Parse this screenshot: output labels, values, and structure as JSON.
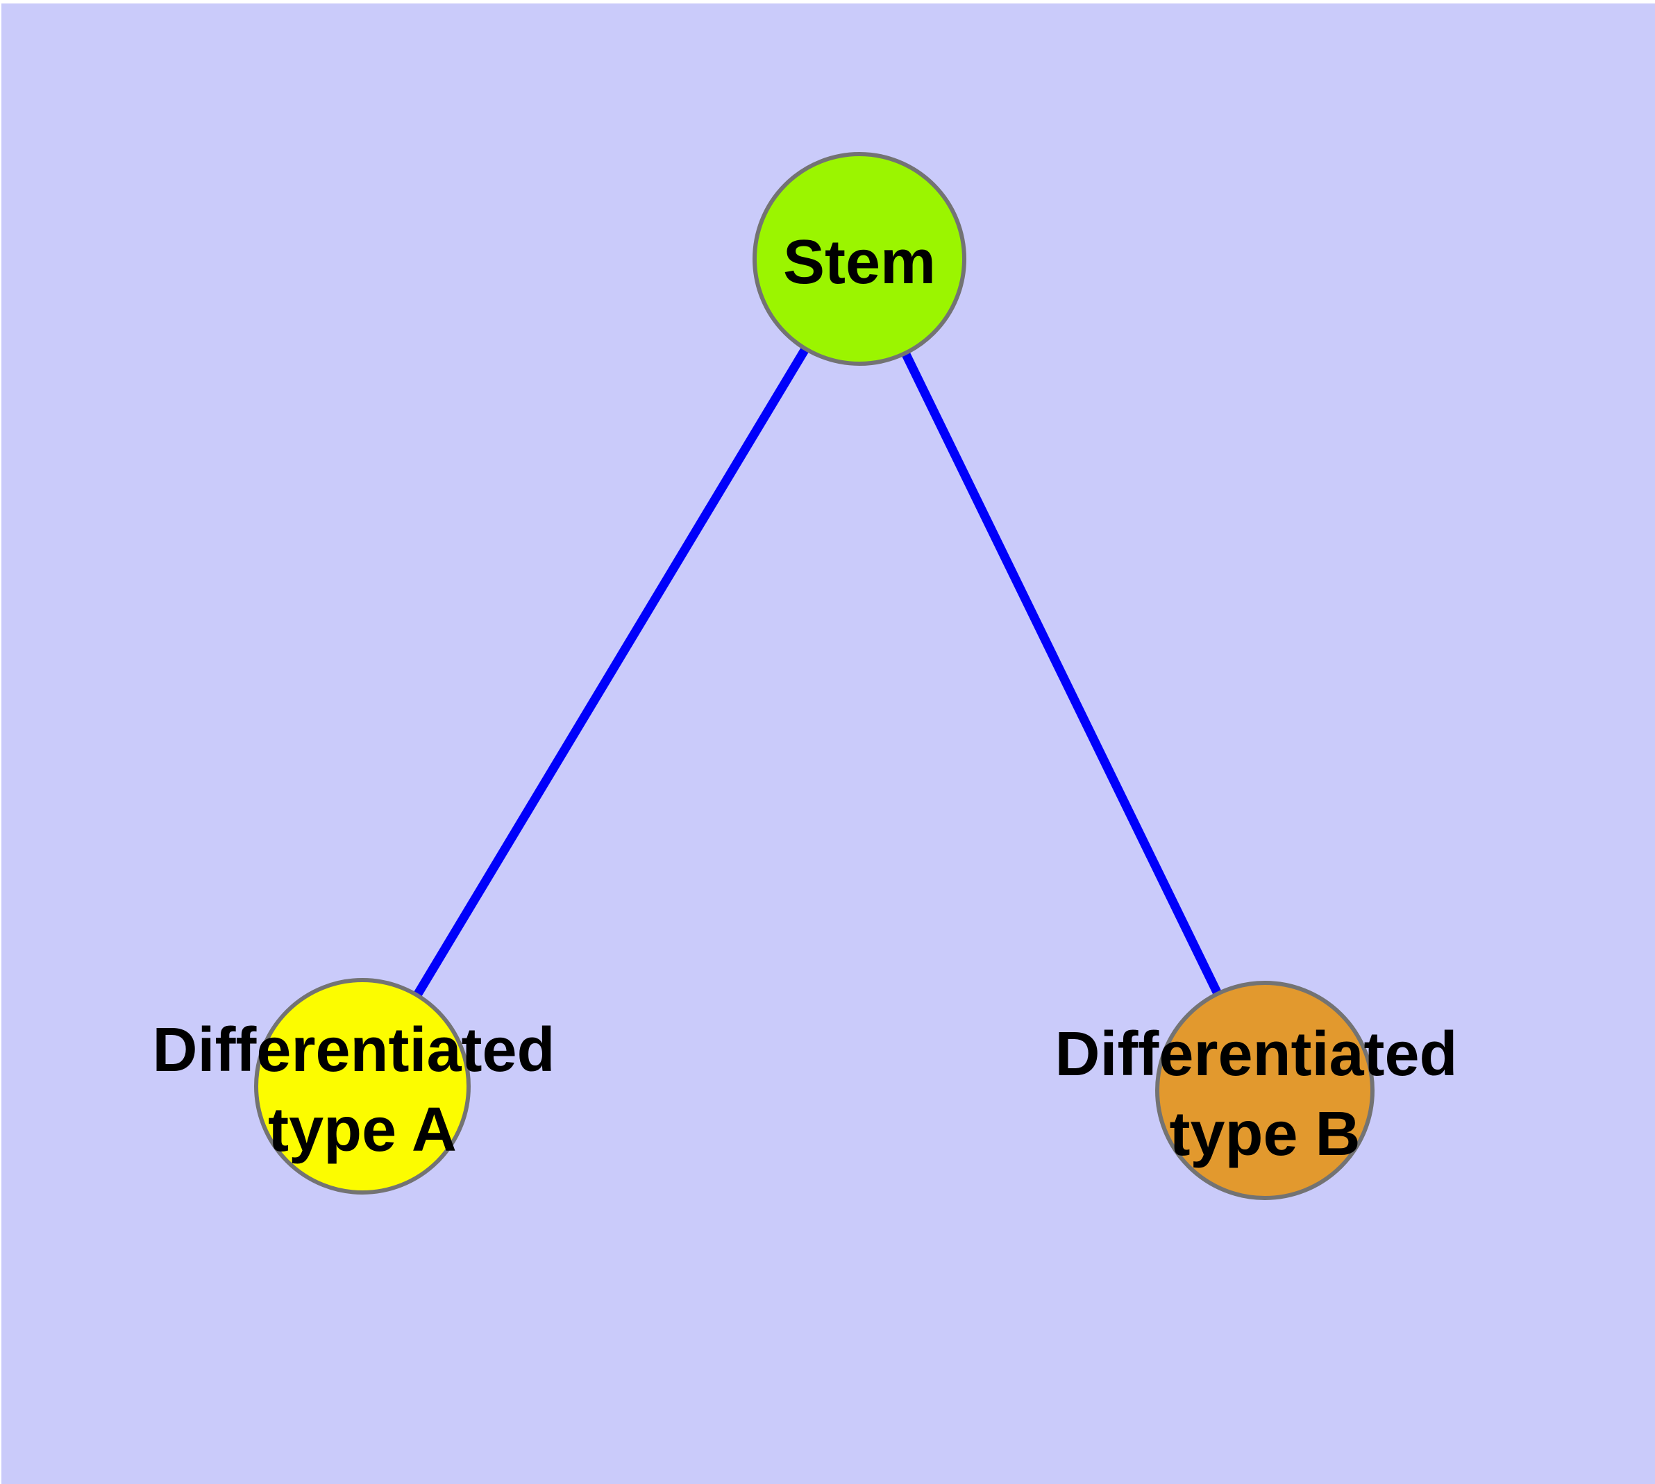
{
  "diagram": {
    "type": "node-link-graph",
    "description": "Cell differentiation hierarchy: a Stem node branches into two differentiated cell types",
    "colors": {
      "background": "#CACBFA",
      "page_margin": "#FFFFFF",
      "edge": "#0000FA",
      "node_border": "#737373",
      "text": "#000000"
    },
    "nodes": {
      "stem": {
        "label": "Stem",
        "fill": "#9BF500"
      },
      "type_a": {
        "label": "Differentiated type A",
        "label_line1": "Differentiated",
        "label_line2": "type A",
        "fill": "#FCFC00"
      },
      "type_b": {
        "label": "Differentiated type B",
        "label_line1": "Differentiated",
        "label_line2": "type B",
        "fill": "#E2992E"
      }
    },
    "edges": [
      {
        "from": "Stem",
        "to": "Differentiated type A"
      },
      {
        "from": "Stem",
        "to": "Differentiated type B"
      }
    ]
  }
}
